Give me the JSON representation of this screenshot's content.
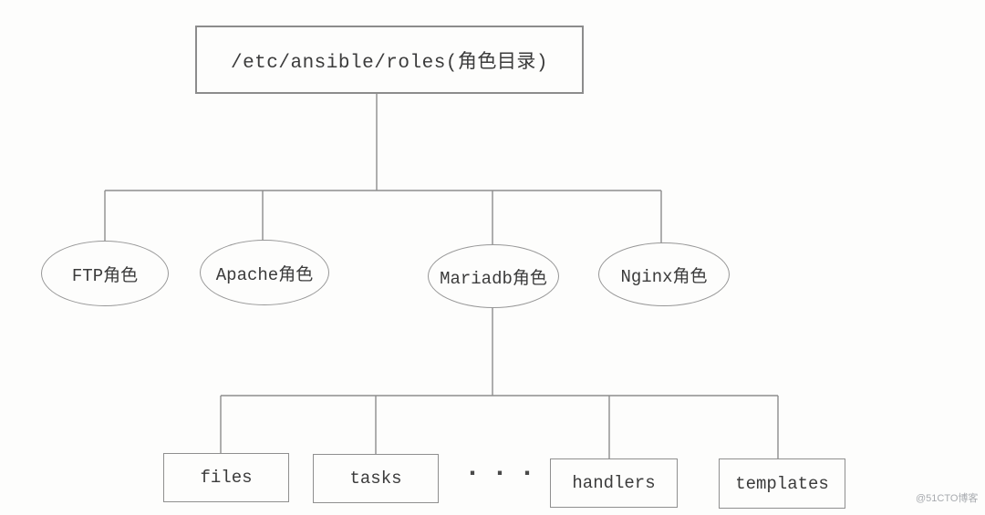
{
  "diagram": {
    "root": {
      "label": "/etc/ansible/roles(角色目录)"
    },
    "roles": [
      {
        "label": "FTP角色"
      },
      {
        "label": "Apache角色"
      },
      {
        "label": "Mariadb角色"
      },
      {
        "label": "Nginx角色"
      }
    ],
    "mariadb_children": [
      {
        "label": "files"
      },
      {
        "label": "tasks"
      },
      {
        "label": "handlers"
      },
      {
        "label": "templates"
      }
    ],
    "ellipsis": "···",
    "colors": {
      "line": "#8d8d8d",
      "box_border": "#8f8f8f",
      "text": "#3b3b3b",
      "watermark": "#a8abaf"
    }
  },
  "watermark": {
    "label": "@51CTO博客"
  }
}
